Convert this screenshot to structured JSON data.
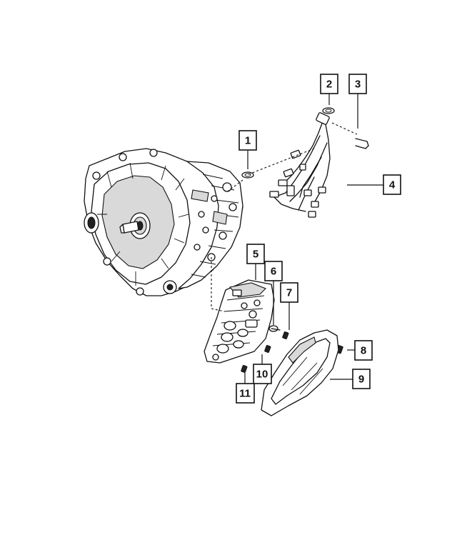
{
  "callouts": [
    {
      "id": "c1",
      "label": "1",
      "part": "o-ring"
    },
    {
      "id": "c2",
      "label": "2",
      "part": "o-ring"
    },
    {
      "id": "c3",
      "label": "3",
      "part": "retaining-clip"
    },
    {
      "id": "c4",
      "label": "4",
      "part": "wiring-harness"
    },
    {
      "id": "c5",
      "label": "5",
      "part": "valve-body"
    },
    {
      "id": "c6",
      "label": "6",
      "part": "seal"
    },
    {
      "id": "c7",
      "label": "7",
      "part": "screw"
    },
    {
      "id": "c8",
      "label": "8",
      "part": "bolt"
    },
    {
      "id": "c9",
      "label": "9",
      "part": "oil-pan"
    },
    {
      "id": "c10",
      "label": "10",
      "part": "bolt"
    },
    {
      "id": "c11",
      "label": "11",
      "part": "bolt"
    }
  ]
}
